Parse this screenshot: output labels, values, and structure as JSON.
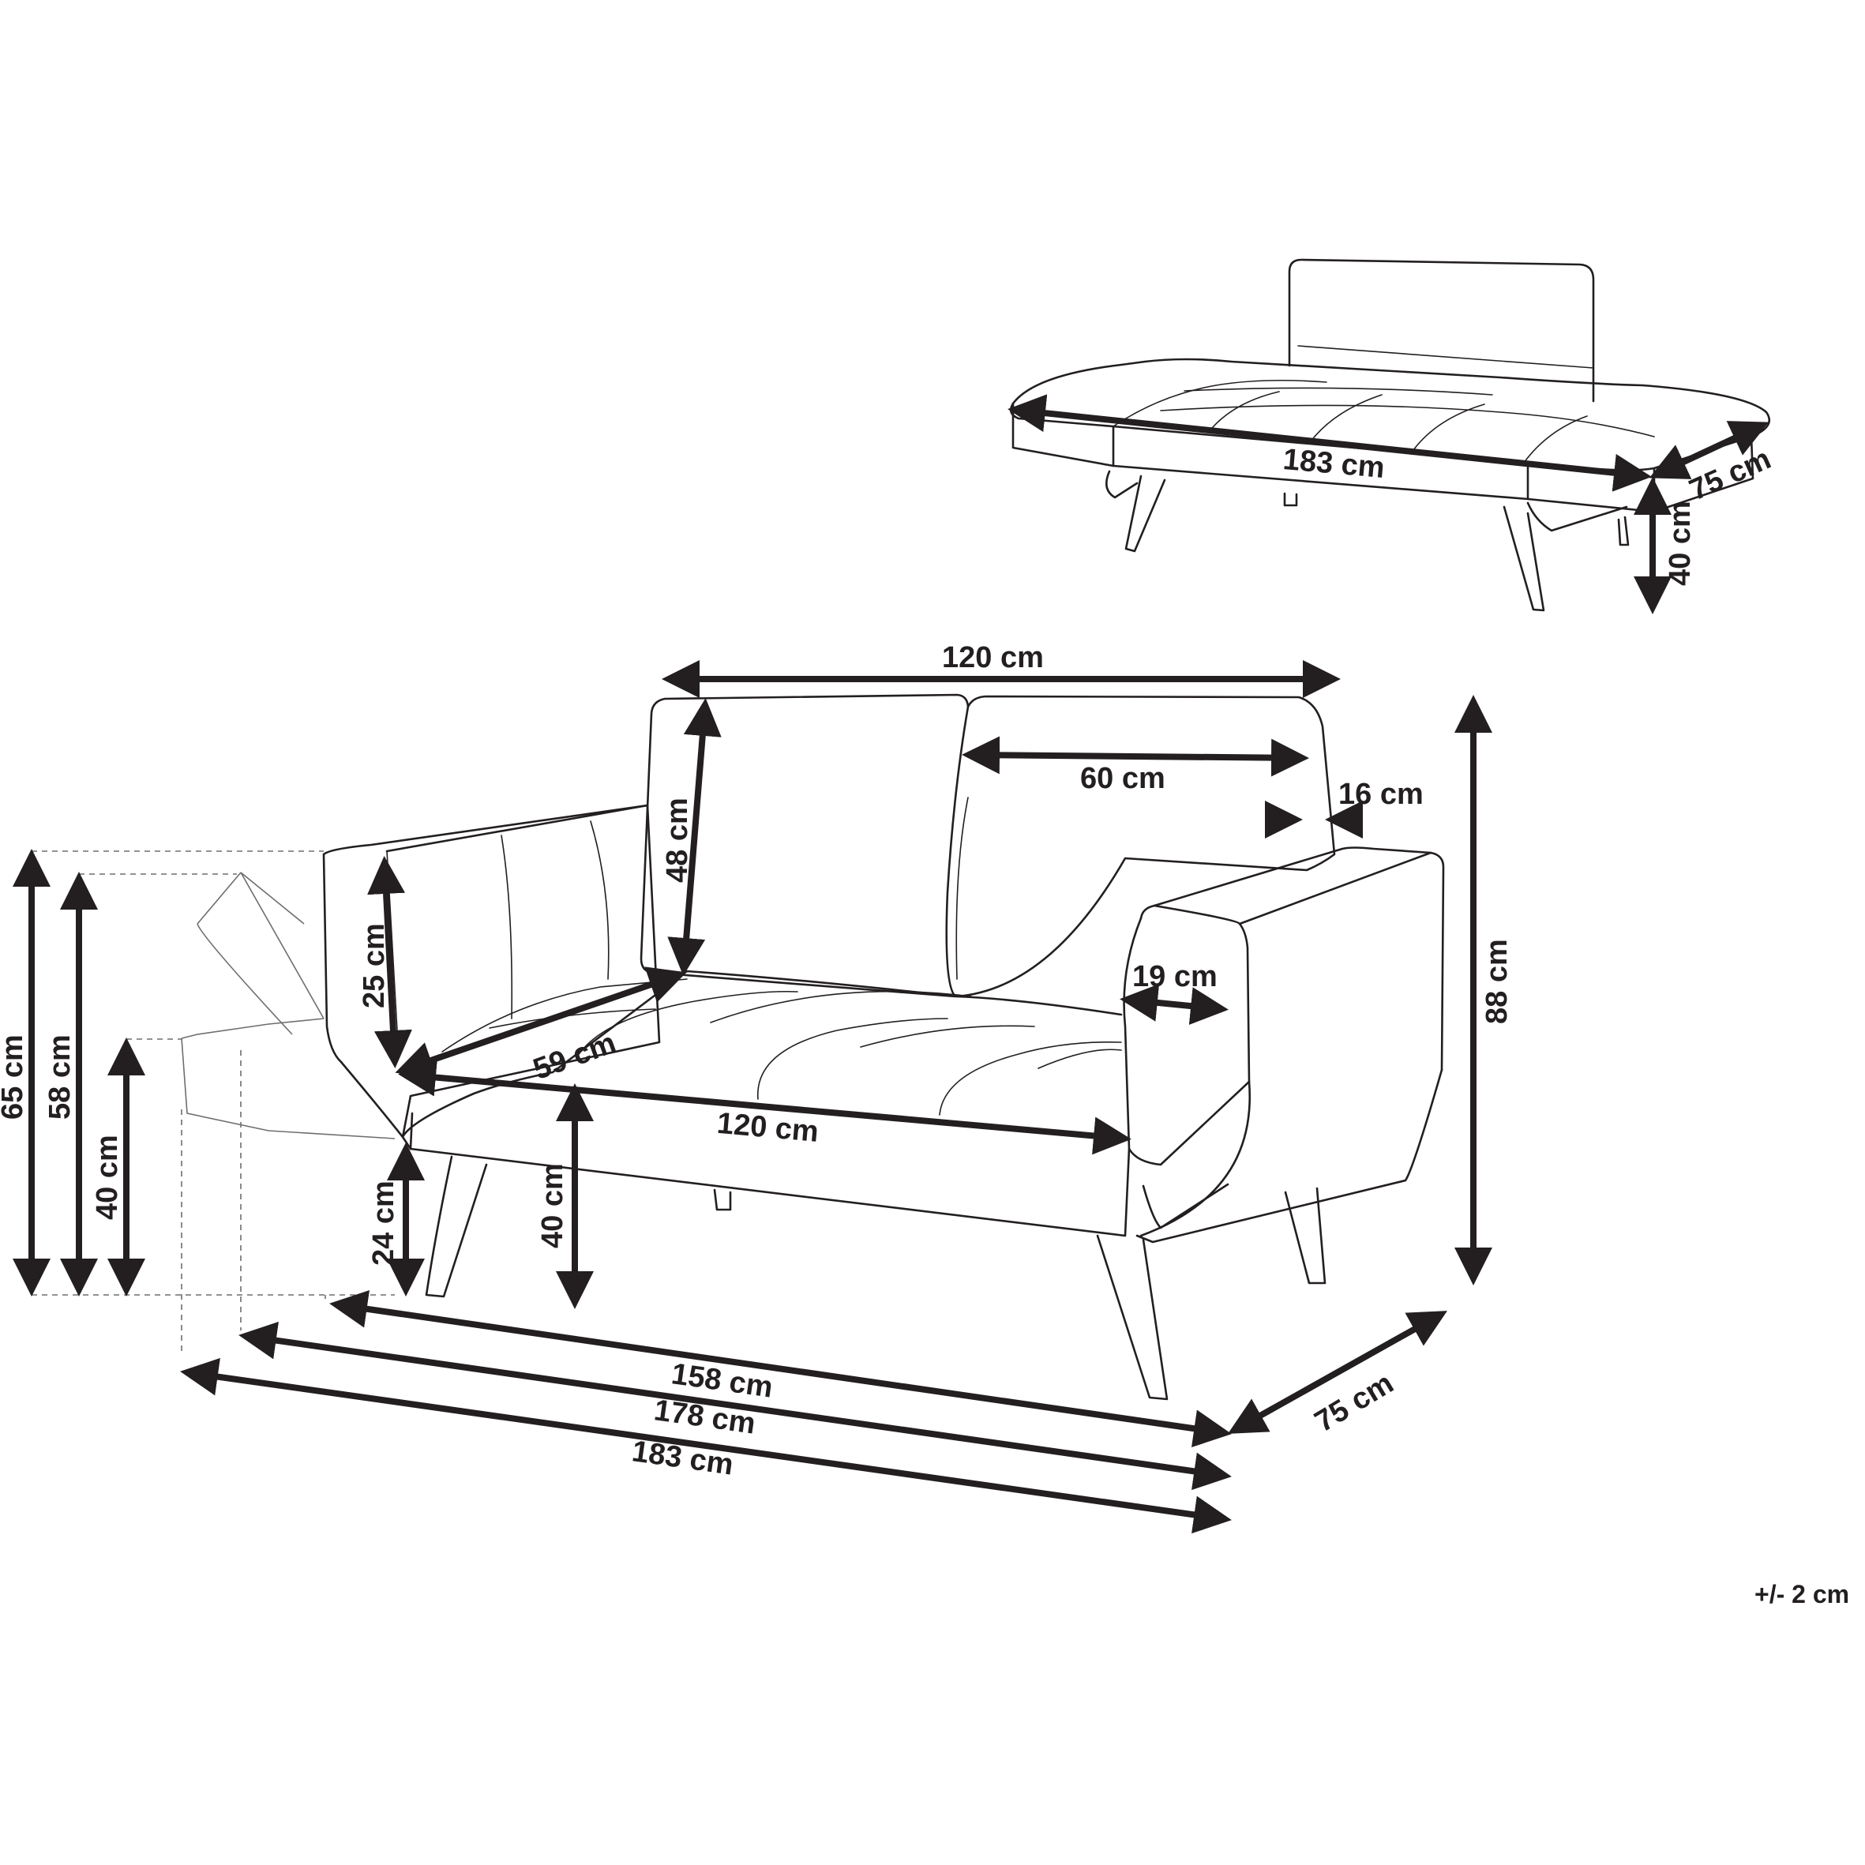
{
  "dimensions": {
    "bed_length": "183 cm",
    "bed_depth": "75 cm",
    "bed_height": "40 cm",
    "backrest_width": "120 cm",
    "cushion_width": "60 cm",
    "backrest_thickness": "16 cm",
    "backrest_height": "48 cm",
    "total_height": "88 cm",
    "armrest_height": "25 cm",
    "seat_depth": "59 cm",
    "armrest_width": "19 cm",
    "seat_width": "120 cm",
    "leg_height": "24 cm",
    "seat_height": "40 cm",
    "height_armrest_raised": "65 cm",
    "height_armrest_tilted": "58 cm",
    "height_armrest_flat": "40 cm",
    "width_armrests_up": "158 cm",
    "width_one_armrest_down": "178 cm",
    "width_armrests_down": "183 cm",
    "depth": "75 cm"
  },
  "tolerance": "+/- 2 cm"
}
